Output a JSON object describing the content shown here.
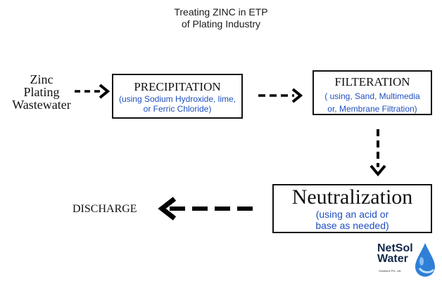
{
  "title": {
    "line1": "Treating ZINC in ETP",
    "line2": "of Plating Industry"
  },
  "source": {
    "line1": "Zinc",
    "line2": "Plating",
    "line3": "Wastewater"
  },
  "steps": [
    {
      "heading": "PRECIPITATION",
      "detail_line1": "(using Sodium Hydroxide, lime,",
      "detail_line2": "or Ferric Chloride)"
    },
    {
      "heading": "FILTERATION",
      "detail_line1": "( using, Sand, Multimedia",
      "detail_line2": "or, Membrane Filtration)"
    },
    {
      "heading": "Neutralization",
      "detail_line1": "(using an acid or",
      "detail_line2": "base as needed)"
    }
  ],
  "output": {
    "label": "DISCHARGE"
  },
  "logo": {
    "line1": "NetSol",
    "line2": "Water",
    "tagline": "Solutions Pvt. Ltd."
  },
  "colors": {
    "detail_text": "#1f4fbf",
    "box_border": "#111111",
    "logo_text": "#13294b",
    "logo_drop": "#2f7fd6"
  }
}
